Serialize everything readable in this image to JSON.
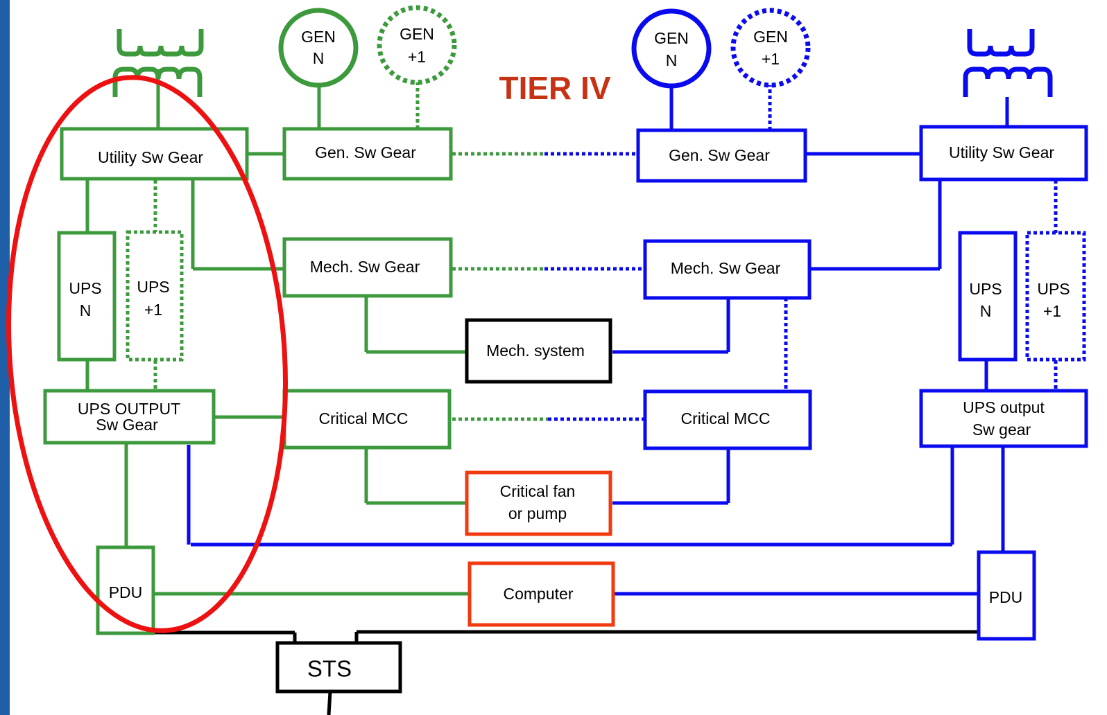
{
  "colors": {
    "green": "#3c9a3c",
    "blue": "#0a0aee",
    "black": "#000000",
    "orange": "#f03a10",
    "red": "#ee1111",
    "title": "#c83214",
    "side_bar": "#1f5fa8"
  },
  "title": "TIER IV",
  "generators": {
    "green_n": [
      "GEN",
      "N"
    ],
    "green_plus1": [
      "GEN",
      "+1"
    ],
    "blue_n": [
      "GEN",
      "N"
    ],
    "blue_plus1": [
      "GEN",
      "+1"
    ]
  },
  "boxes": {
    "green_utility": "Utility Sw Gear",
    "green_gen_swgear": "Gen. Sw Gear",
    "green_mech_swgear": "Mech. Sw Gear",
    "green_ups_n": [
      "UPS",
      "N"
    ],
    "green_ups_plus1": [
      "UPS",
      "+1"
    ],
    "green_ups_output": [
      "UPS OUTPUT",
      "Sw Gear"
    ],
    "green_critical_mcc": "Critical MCC",
    "green_pdu": "PDU",
    "mech_system": "Mech. system",
    "critical_fan": [
      "Critical fan",
      "or pump"
    ],
    "computer": "Computer",
    "sts": "STS",
    "blue_gen_swgear": "Gen. Sw Gear",
    "blue_mech_swgear": "Mech. Sw Gear",
    "blue_critical_mcc": "Critical MCC",
    "blue_utility": "Utility Sw Gear",
    "blue_ups_n": [
      "UPS",
      "N"
    ],
    "blue_ups_plus1": [
      "UPS",
      "+1"
    ],
    "blue_ups_output": [
      "UPS output",
      "Sw gear"
    ],
    "blue_pdu": "PDU"
  },
  "icons": [
    "transformer-icon-green",
    "transformer-icon-blue",
    "highlight-ellipse"
  ]
}
